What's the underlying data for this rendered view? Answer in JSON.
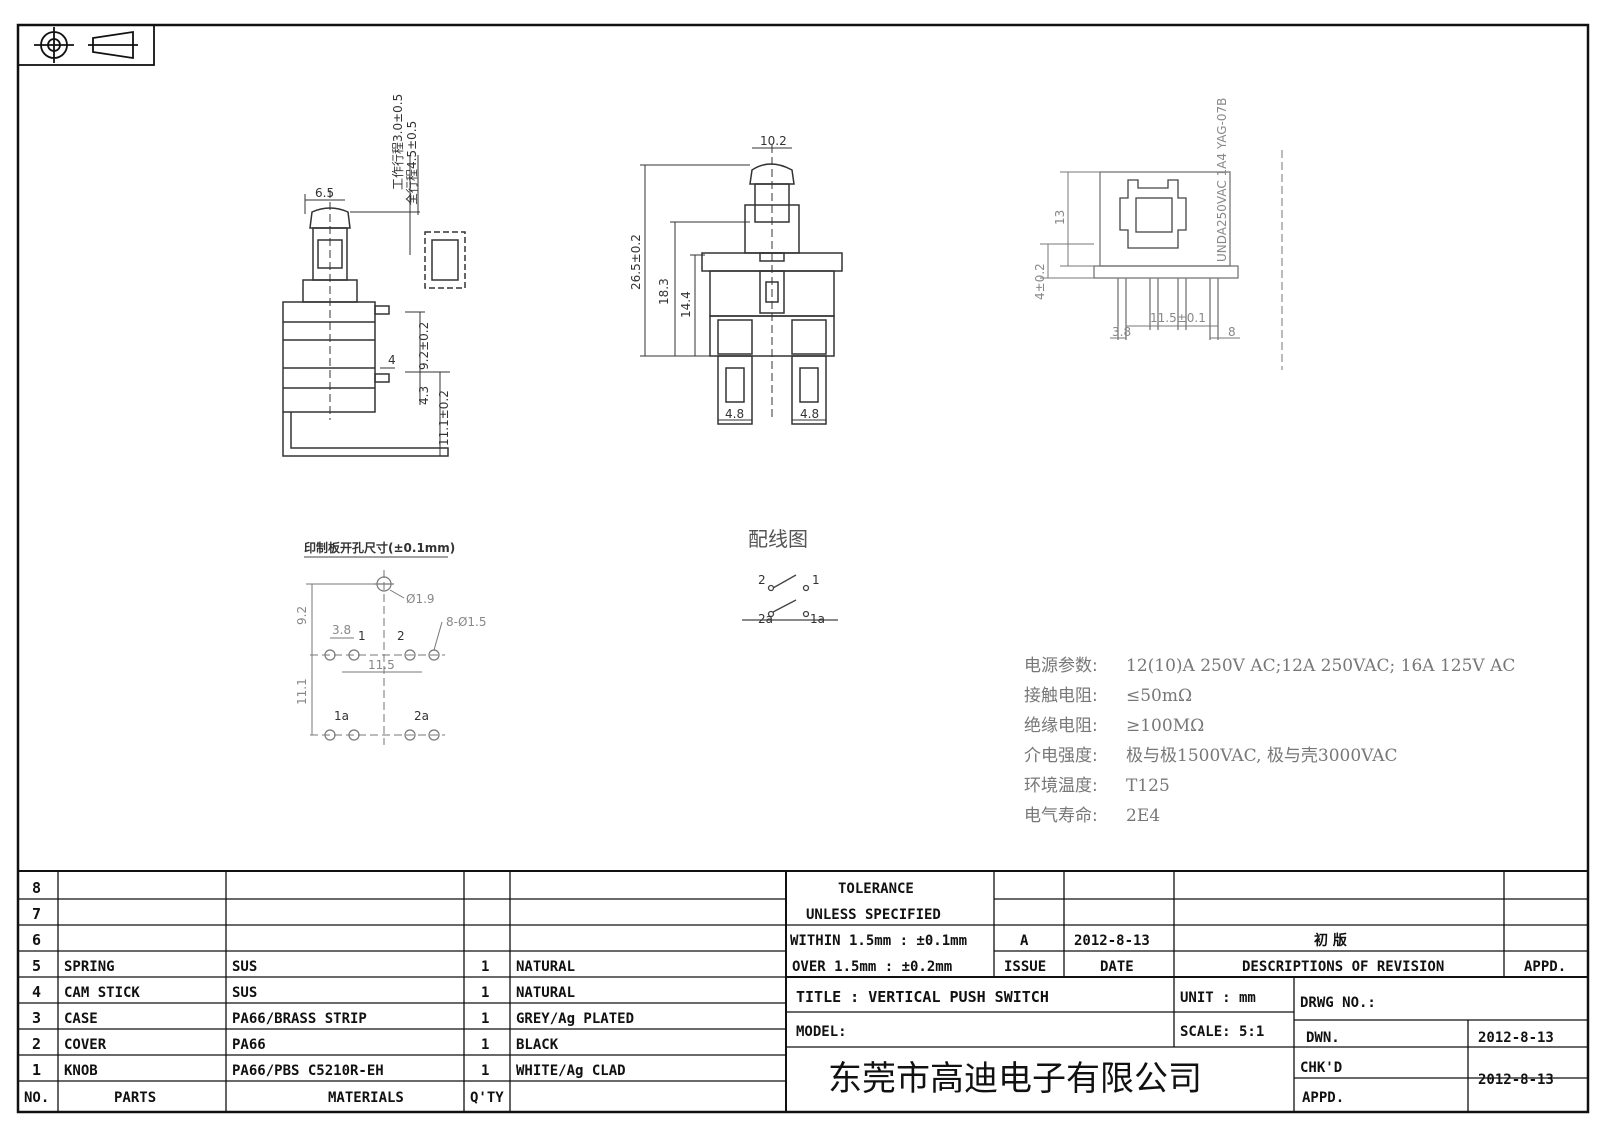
{
  "drawing": {
    "dims": {
      "side_top": "6.5",
      "travel_work": "工作行程3.0±0.5",
      "travel_total": "全行程4.5±0.5",
      "side_4": "4",
      "side_92": "9.2±0.2",
      "side_43": "4.3",
      "side_111": "11.1±0.2",
      "front_top": "10.2",
      "front_265": "26.5±0.2",
      "front_183": "18.3",
      "front_144": "14.4",
      "front_48a": "4.8",
      "front_48b": "4.8",
      "rear_13": "13",
      "rear_4": "4±0.2",
      "rear_38": "3.8",
      "rear_115": "11.5±0.1",
      "rear_8": "8",
      "rear_marking": "UNDA250VAC 1A4 YAG-07B"
    },
    "pcb": {
      "title": "印制板开孔尺寸(±0.1mm)",
      "d19": "Ø1.9",
      "d15": "8-Ø1.5",
      "v92": "9.2",
      "h38": "3.8",
      "p1": "1",
      "p2": "2",
      "h115": "11.5",
      "v111": "11.1",
      "p1a": "1a",
      "p2a": "2a"
    },
    "wiring": {
      "title": "配线图",
      "t2": "2",
      "t1": "1",
      "t2a": "2a",
      "t1a": "1a"
    },
    "specs": [
      {
        "label": "电源参数:",
        "value": "12(10)A 250V AC;12A 250VAC; 16A 125V AC"
      },
      {
        "label": "接触电阻:",
        "value": "≤50mΩ"
      },
      {
        "label": "绝缘电阻:",
        "value": "≥100MΩ"
      },
      {
        "label": "介电强度:",
        "value": "极与极1500VAC, 极与壳3000VAC"
      },
      {
        "label": "环境温度:",
        "value": "T125"
      },
      {
        "label": "电气寿命:",
        "value": "2E4"
      }
    ]
  },
  "bom": {
    "rows": [
      {
        "no": "8",
        "part": "",
        "material": "",
        "qty": "",
        "finish": ""
      },
      {
        "no": "7",
        "part": "",
        "material": "",
        "qty": "",
        "finish": ""
      },
      {
        "no": "6",
        "part": "",
        "material": "",
        "qty": "",
        "finish": ""
      },
      {
        "no": "5",
        "part": "SPRING",
        "material": "SUS",
        "qty": "1",
        "finish": "NATURAL"
      },
      {
        "no": "4",
        "part": "CAM STICK",
        "material": "SUS",
        "qty": "1",
        "finish": "NATURAL"
      },
      {
        "no": "3",
        "part": "CASE",
        "material": "PA66/BRASS STRIP",
        "qty": "1",
        "finish": "GREY/Ag PLATED"
      },
      {
        "no": "2",
        "part": "COVER",
        "material": "PA66",
        "qty": "1",
        "finish": "BLACK"
      },
      {
        "no": "1",
        "part": "KNOB",
        "material": "PA66/PBS C5210R-EH",
        "qty": "1",
        "finish": "WHITE/Ag CLAD"
      }
    ],
    "headers": {
      "no": "NO.",
      "parts": "PARTS",
      "materials": "MATERIALS",
      "qty": "Q'TY"
    }
  },
  "title_block": {
    "tolerance_1": "TOLERANCE",
    "tolerance_2": "UNLESS  SPECIFIED",
    "tolerance_3": "WITHIN 1.5mm : ±0.1mm",
    "tolerance_4": "OVER 1.5mm : ±0.2mm",
    "rev_issue": "A",
    "rev_date": "2012-8-13",
    "rev_desc": "初  版",
    "hdr_issue": "ISSUE",
    "hdr_date": "DATE",
    "hdr_desc": "DESCRIPTIONS OF REVISION",
    "hdr_appd": "APPD.",
    "title": "TITLE :  VERTICAL PUSH SWITCH",
    "unit": "UNIT :  mm",
    "drwg_no": "DRWG NO.:",
    "model": "MODEL:",
    "scale": "SCALE:  5:1",
    "dwn": "DWN.",
    "dwn_date": "2012-8-13",
    "chkd": "CHK'D",
    "appd": "APPD.",
    "chk_date": "2012-8-13",
    "company": "东莞市高迪电子有限公司"
  }
}
